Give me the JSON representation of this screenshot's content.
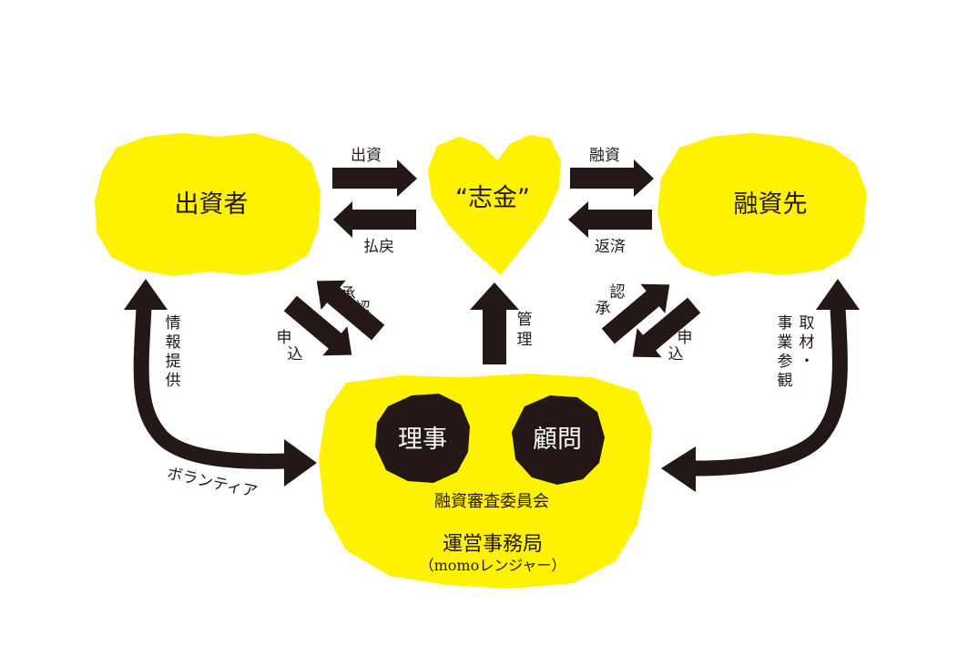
{
  "nodes": {
    "investor": "出資者",
    "shikin": "“志金”",
    "borrower": "融資先",
    "director": "理事",
    "advisor": "顧問",
    "committee": "融資審査委員会",
    "office": "運営事務局",
    "office_sub": "（momoレンジャー）"
  },
  "labels": {
    "invest": "出資",
    "refund": "払戻",
    "loan": "融資",
    "repay": "返済",
    "manage": [
      "管",
      "理"
    ],
    "apply_left": [
      "申",
      "込"
    ],
    "approve_left": [
      "承",
      "認"
    ],
    "apply_right": [
      "申",
      "込"
    ],
    "approve_right": [
      "承",
      "認"
    ],
    "info": [
      "情",
      "報",
      "提",
      "供"
    ],
    "volunteer": "ボランティア",
    "interview_col1": [
      "取",
      "材",
      "・"
    ],
    "interview_col2": [
      "事",
      "業",
      "参",
      "観"
    ]
  },
  "colors": {
    "yellow": "#fff200",
    "dark": "#231815",
    "white": "#ffffff"
  }
}
